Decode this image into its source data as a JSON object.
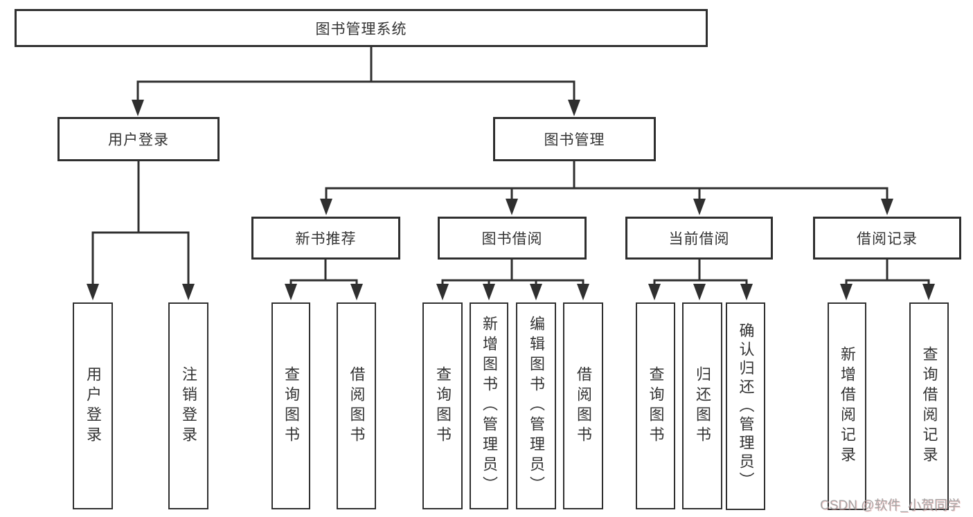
{
  "watermark": "CSDN @软件_小贺同学",
  "colors": {
    "line": "#2f2f2f",
    "box_border": "#2f2f2f",
    "text": "#333333",
    "background": "#ffffff",
    "watermark": "#9e9e9e"
  },
  "tree": {
    "label": "图书管理系统",
    "children": [
      {
        "label": "用户登录",
        "children": [
          {
            "label": "用户登录"
          },
          {
            "label": "注销登录"
          }
        ]
      },
      {
        "label": "图书管理",
        "children": [
          {
            "label": "新书推荐",
            "children": [
              {
                "label": "查询图书"
              },
              {
                "label": "借阅图书"
              }
            ]
          },
          {
            "label": "图书借阅",
            "children": [
              {
                "label": "查询图书"
              },
              {
                "label": "新增图书（管理员）"
              },
              {
                "label": "编辑图书（管理员）"
              },
              {
                "label": "借阅图书"
              }
            ]
          },
          {
            "label": "当前借阅",
            "children": [
              {
                "label": "查询图书"
              },
              {
                "label": "归还图书"
              },
              {
                "label": "确认归还（管理员）"
              }
            ]
          },
          {
            "label": "借阅记录",
            "children": [
              {
                "label": "新增借阅记录"
              },
              {
                "label": "查询借阅记录"
              }
            ]
          }
        ]
      }
    ]
  }
}
